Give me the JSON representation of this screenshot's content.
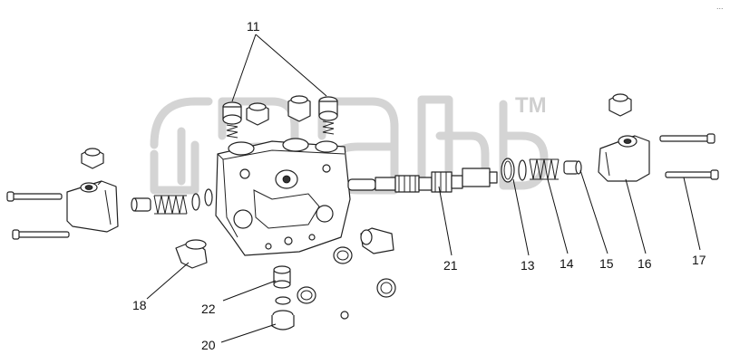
{
  "watermark": {
    "mark": "TM"
  },
  "callouts": [
    {
      "id": "11",
      "label": "11"
    },
    {
      "id": "21",
      "label": "21"
    },
    {
      "id": "13",
      "label": "13"
    },
    {
      "id": "14",
      "label": "14"
    },
    {
      "id": "15",
      "label": "15"
    },
    {
      "id": "16",
      "label": "16"
    },
    {
      "id": "17",
      "label": "17"
    },
    {
      "id": "18",
      "label": "18"
    },
    {
      "id": "22",
      "label": "22"
    },
    {
      "id": "20",
      "label": "20"
    }
  ],
  "corner_note": "..."
}
